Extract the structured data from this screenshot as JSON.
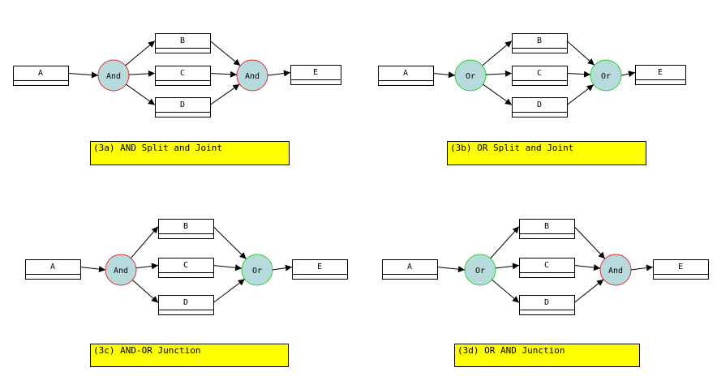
{
  "colors": {
    "gate_fill": "#b7dadc",
    "and_stroke": "#e03030",
    "or_stroke": "#30d030",
    "caption_fill": "#ffff00"
  },
  "diagrams": [
    {
      "caption": "(3a) AND Split and Joint",
      "tasks": {
        "A": "A",
        "B": "B",
        "C": "C",
        "D": "D",
        "E": "E"
      },
      "split": {
        "label": "And",
        "kind": "and"
      },
      "join": {
        "label": "And",
        "kind": "and"
      }
    },
    {
      "caption": "(3b) OR Split and Joint",
      "tasks": {
        "A": "A",
        "B": "B",
        "C": "C",
        "D": "D",
        "E": "E"
      },
      "split": {
        "label": "Or",
        "kind": "or"
      },
      "join": {
        "label": "Or",
        "kind": "or"
      }
    },
    {
      "caption": "(3c) AND-OR Junction",
      "tasks": {
        "A": "A",
        "B": "B",
        "C": "C",
        "D": "D",
        "E": "E"
      },
      "split": {
        "label": "And",
        "kind": "and"
      },
      "join": {
        "label": "Or",
        "kind": "or"
      }
    },
    {
      "caption": "(3d) OR AND Junction",
      "tasks": {
        "A": "A",
        "B": "B",
        "C": "C",
        "D": "D",
        "E": "E"
      },
      "split": {
        "label": "Or",
        "kind": "or"
      },
      "join": {
        "label": "And",
        "kind": "and"
      }
    }
  ]
}
